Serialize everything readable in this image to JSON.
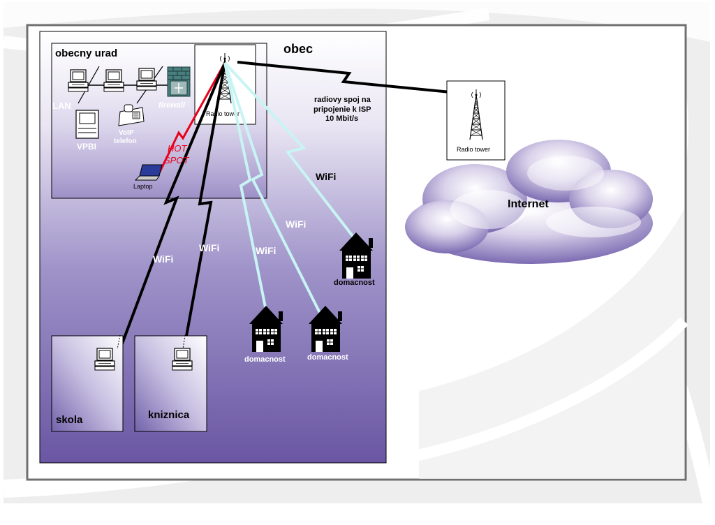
{
  "labels": {
    "obec": "obec",
    "obecny_urad": "obecny urad",
    "lan": "LAN",
    "vpbi": "VPBI",
    "voip_line1": "VoIP",
    "voip_line2": "telefon",
    "firewall": "firewall",
    "hotspot_line1": "HOT",
    "hotspot_line2": "SPOT",
    "laptop": "Laptop",
    "radio_tower": "Radio tower",
    "isp_line1": "radiovy spoj na",
    "isp_line2": "pripojenie k ISP",
    "isp_line3": "10 Mbit/s",
    "internet": "Internet",
    "wifi": "WiFi",
    "domacnost": "domacnost",
    "skola": "skola",
    "kniznica": "kniznica"
  },
  "colors": {
    "panel_purple": "#6a56a3",
    "hotspot_red": "#e8001c",
    "wifi_light": "#c8f4f4",
    "frame_gray": "#707070"
  }
}
